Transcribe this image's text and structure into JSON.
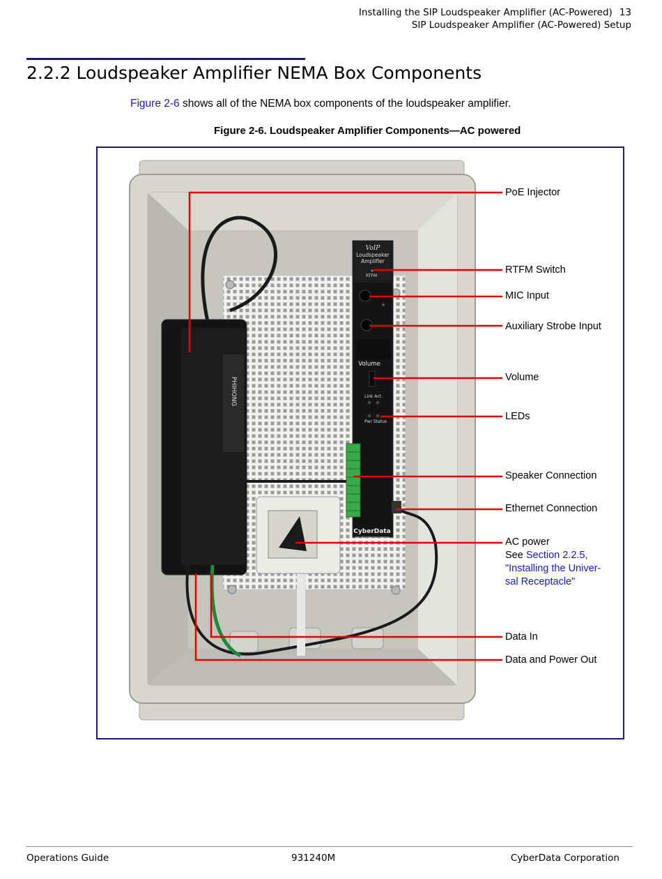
{
  "header": {
    "line1": "Installing the SIP Loudspeaker Amplifier (AC-Powered)",
    "page_number": "13",
    "line2": "SIP Loudspeaker Amplifier (AC-Powered) Setup"
  },
  "section_title": "2.2.2 Loudspeaker Amplifier NEMA Box Components",
  "intro": {
    "link": "Figure 2-6",
    "text": " shows all of the NEMA box components of the loudspeaker amplifier."
  },
  "figure_caption": "Figure 2-6. Loudspeaker Amplifier Components—AC powered",
  "device": {
    "injector_brand": "PHIHONG",
    "amp_title_1": "VoIP",
    "amp_title_2": "Loudspeaker",
    "amp_title_3": "Amplifier",
    "rtfm": "RTFM",
    "volume": "Volume",
    "link_act": "Link Act.",
    "pwr_status": "Pwr Status",
    "brand": "CyberData",
    "brand_tag": "The IP Endpoint Company"
  },
  "callouts": {
    "poe_injector": "PoE Injector",
    "rtfm_switch": "RTFM Switch",
    "mic_input": "MIC Input",
    "aux_strobe": "Auxiliary Strobe Input",
    "volume": "Volume",
    "leds": "LEDs",
    "speaker_connection": "Speaker Connection",
    "ethernet_connection": "Ethernet Connection",
    "ac_power": "AC power",
    "see": "See ",
    "ac_link_1": "Section 2.2.5,",
    "ac_link_2": "\"Installing the Univer-",
    "ac_link_3": "sal Receptacle\"",
    "data_in": "Data In",
    "data_power_out": "Data and Power Out"
  },
  "footer": {
    "left": "Operations Guide",
    "center": "931240M",
    "right": "CyberData Corporation"
  },
  "colors": {
    "callout_line": "#e00000",
    "link": "#1a1ab8",
    "frame": "#1a1a6e"
  }
}
